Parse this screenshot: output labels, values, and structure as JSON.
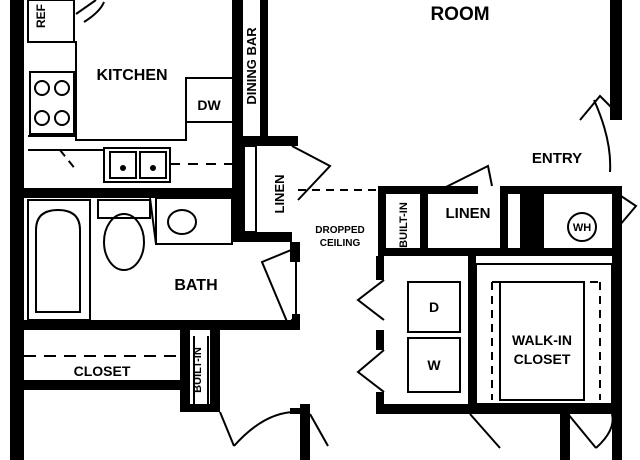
{
  "rooms": {
    "room": "ROOM",
    "kitchen": "KITCHEN",
    "dw": "DW",
    "dining_bar": "DINING BAR",
    "entry": "ENTRY",
    "linen_vertical": "LINEN",
    "linen_horizontal": "LINEN",
    "dropped_ceiling_line1": "DROPPED",
    "dropped_ceiling_line2": "CEILING",
    "built_in_upper": "BUILT-IN",
    "wh": "WH",
    "bath": "BATH",
    "dryer": "D",
    "washer": "W",
    "walkin_line1": "WALK-IN",
    "walkin_line2": "CLOSET",
    "closet": "CLOSET",
    "built_in_lower": "BUILT-IN",
    "refrigerator": "REF"
  }
}
